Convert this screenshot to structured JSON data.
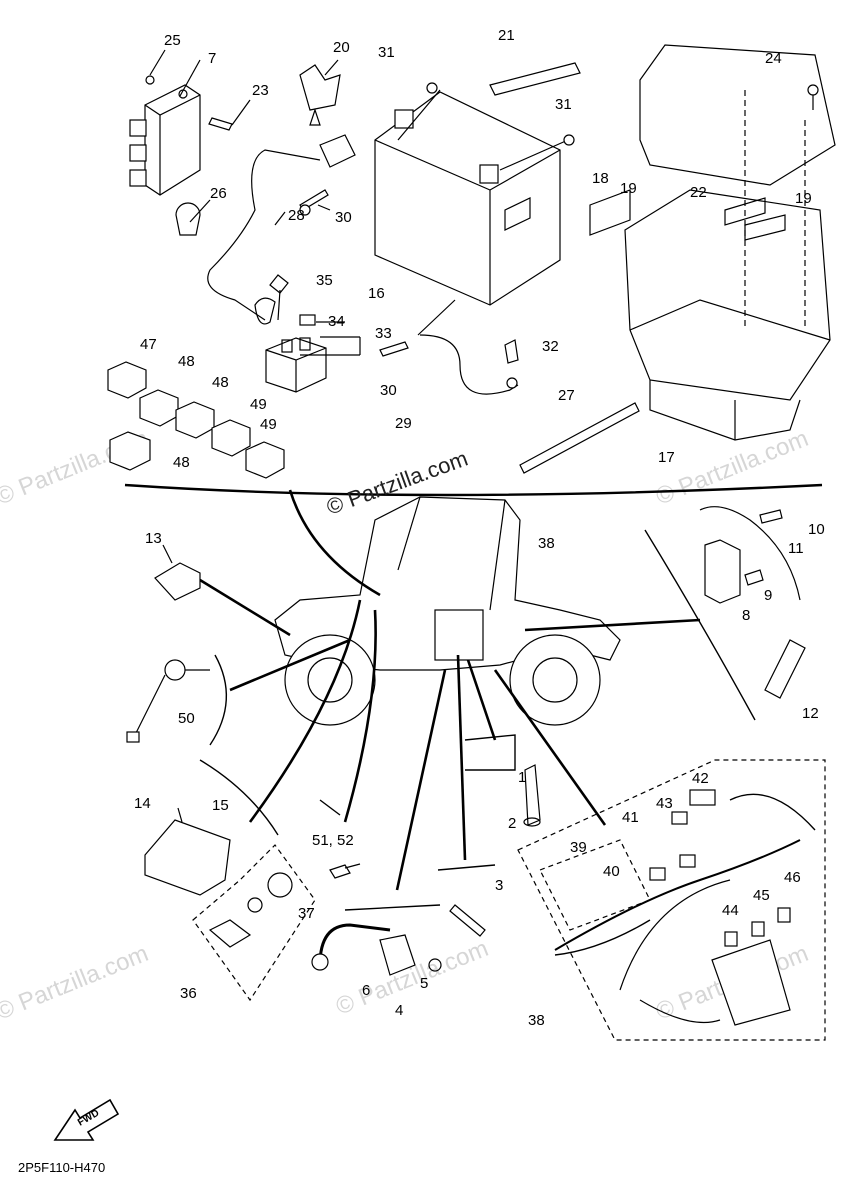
{
  "watermarks": {
    "main": "© Partzilla.com",
    "faint": "© Partzilla.com"
  },
  "drawing_code": "2P5F110-H470",
  "fwd_label": "FWD",
  "callouts": {
    "c1": "1",
    "c2": "2",
    "c3": "3",
    "c4": "4",
    "c5": "5",
    "c6": "6",
    "c7": "7",
    "c8": "8",
    "c9": "9",
    "c10": "10",
    "c11": "11",
    "c12": "12",
    "c13": "13",
    "c14": "14",
    "c15": "15",
    "c16": "16",
    "c17": "17",
    "c18": "18",
    "c19a": "19",
    "c19b": "19",
    "c20": "20",
    "c21": "21",
    "c22": "22",
    "c23": "23",
    "c24": "24",
    "c25": "25",
    "c26": "26",
    "c27": "27",
    "c28": "28",
    "c29": "29",
    "c30a": "30",
    "c30b": "30",
    "c31a": "31",
    "c31b": "31",
    "c32": "32",
    "c33": "33",
    "c34": "34",
    "c35": "35",
    "c36": "36",
    "c37": "37",
    "c38a": "38",
    "c38b": "38",
    "c39": "39",
    "c40": "40",
    "c41": "41",
    "c42": "42",
    "c43": "43",
    "c44": "44",
    "c45": "45",
    "c46": "46",
    "c47": "47",
    "c48a": "48",
    "c48b": "48",
    "c48c": "48",
    "c49a": "49",
    "c49b": "49",
    "c50": "50",
    "c5152": "51, 52"
  }
}
